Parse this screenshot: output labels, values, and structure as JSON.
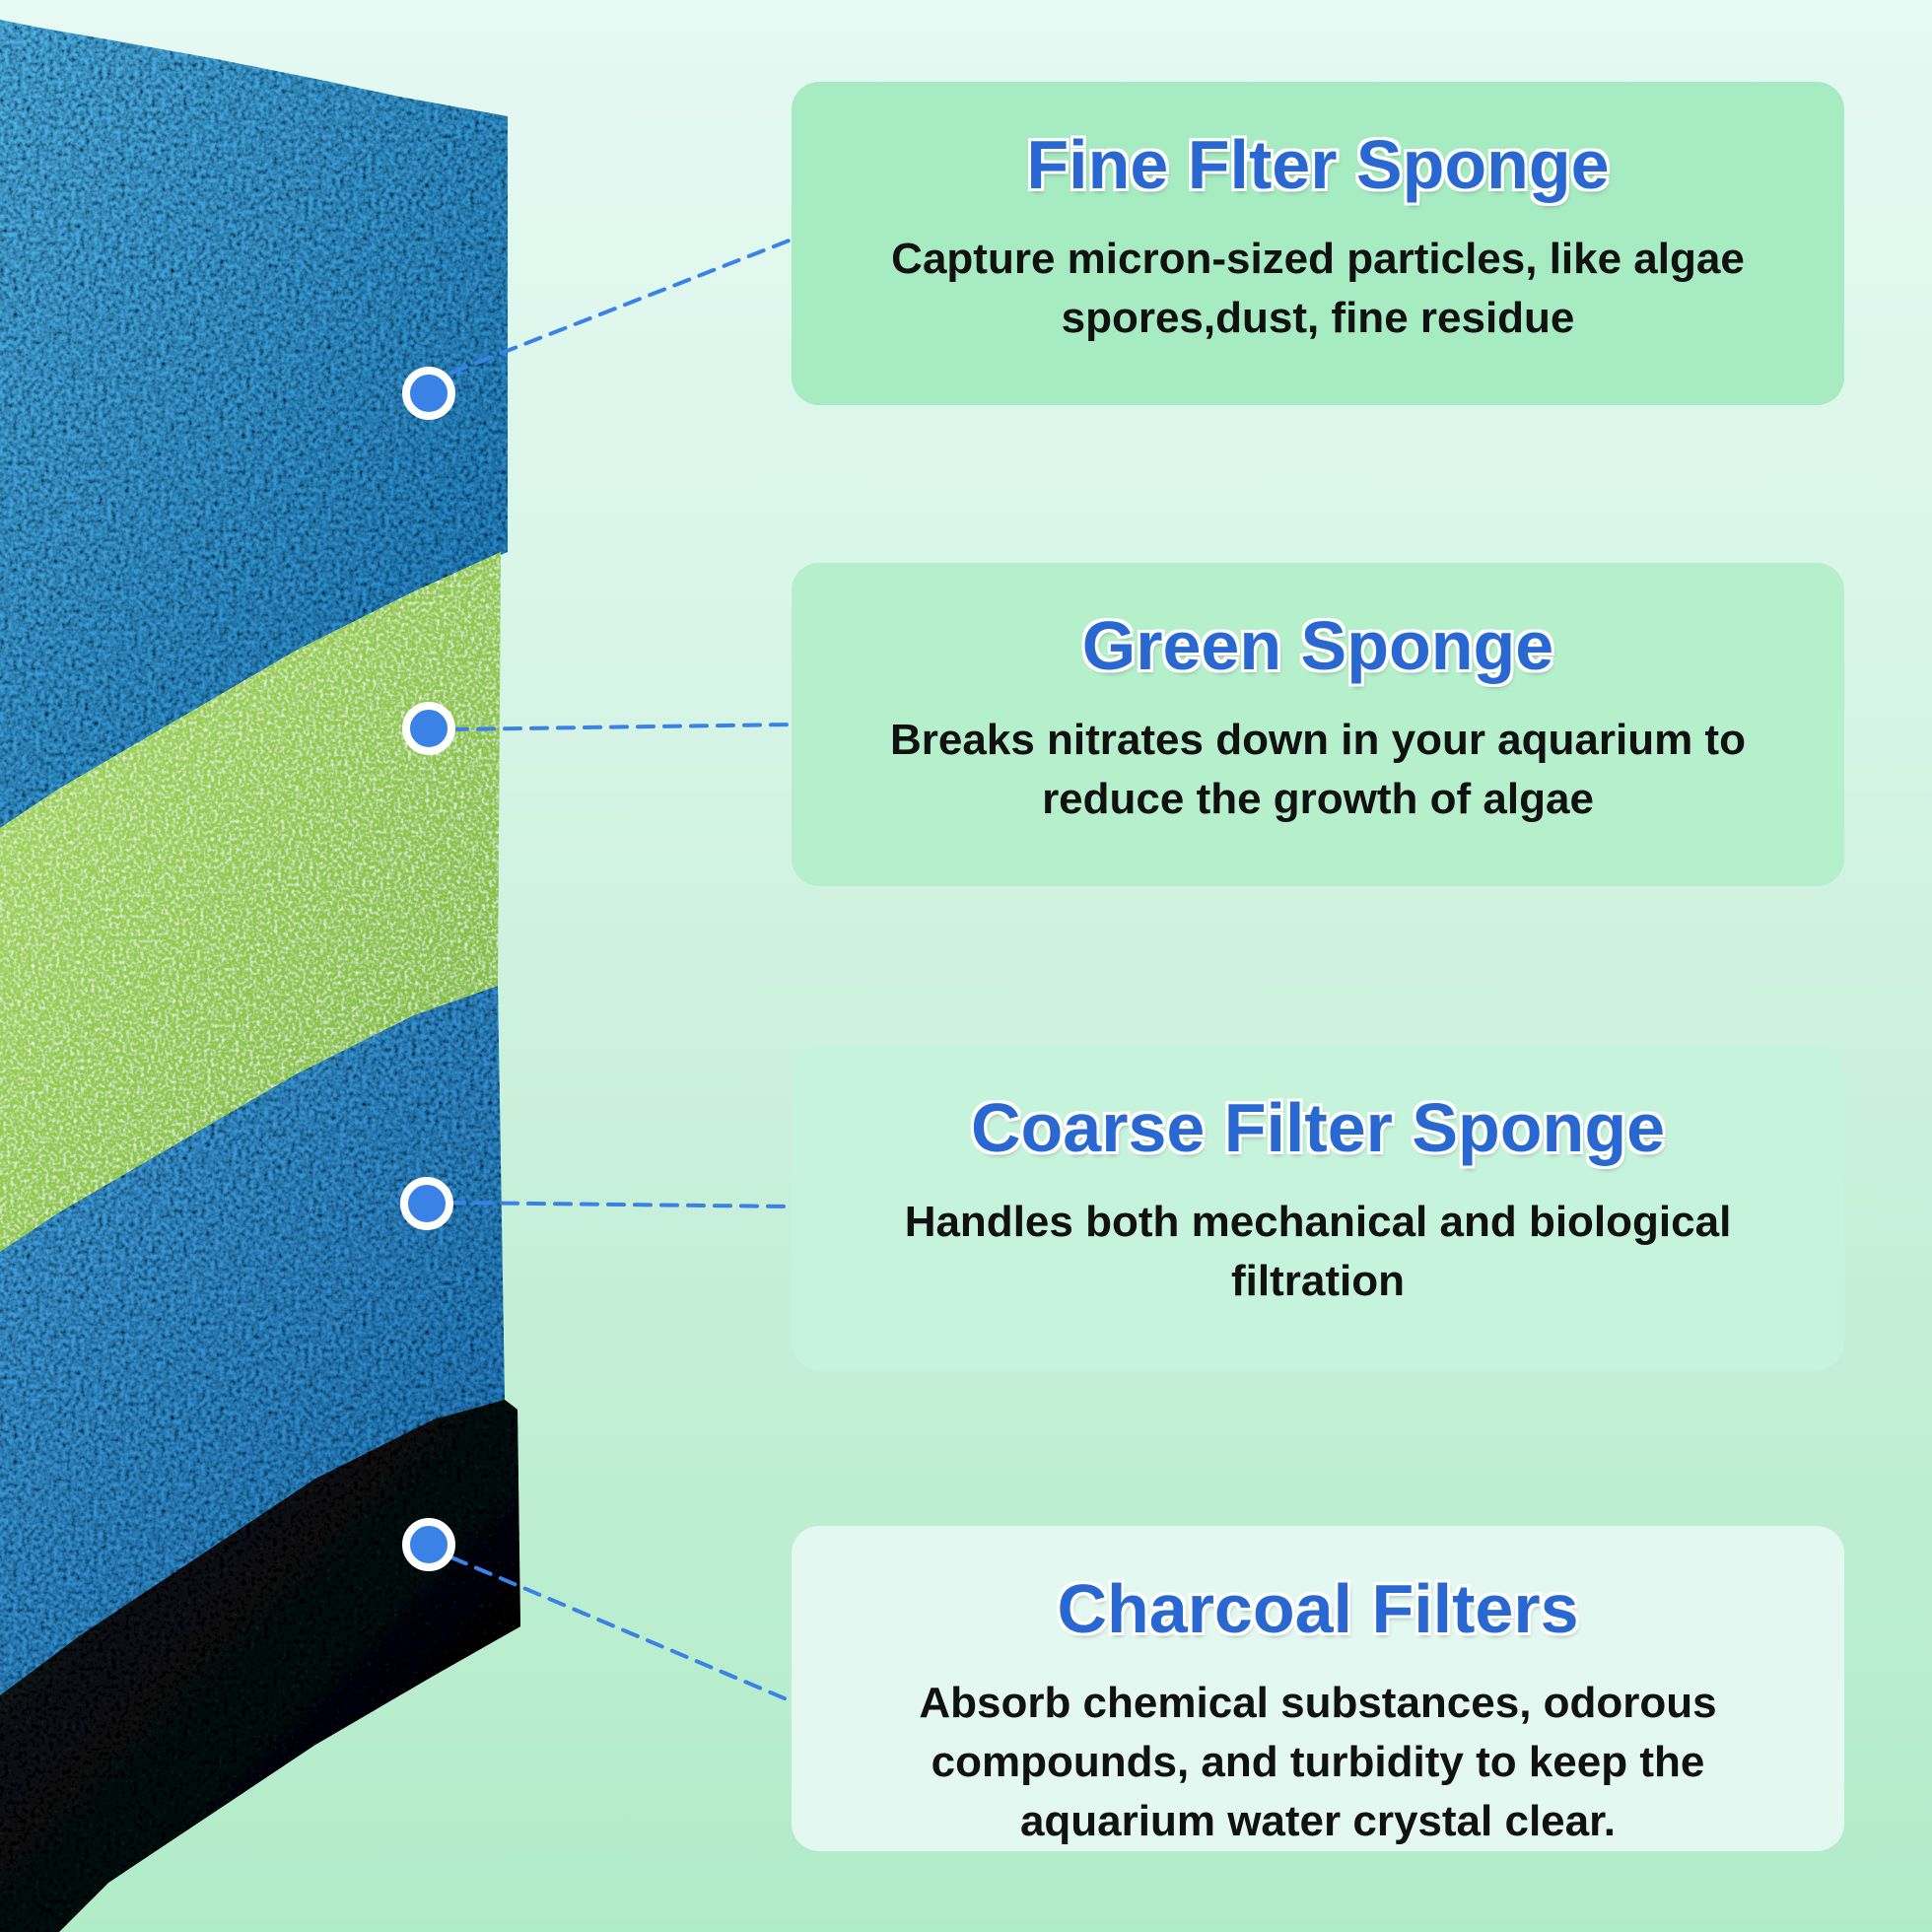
{
  "cards": [
    {
      "title": "Fine Flter Sponge",
      "description": "Capture micron-sized particles, like algae spores,dust, fine residue"
    },
    {
      "title": "Green Sponge",
      "description": "Breaks nitrates down in your aquarium to reduce the growth of algae"
    },
    {
      "title": "Coarse Filter Sponge",
      "description": "Handles both mechanical and biological filtration"
    },
    {
      "title": "Charcoal Filters",
      "description": "Absorb chemical substances, odorous compounds, and turbidity to keep the aquarium water crystal clear."
    }
  ],
  "colors": {
    "title_blue": "#2a68d1",
    "marker_blue": "#3a82e6",
    "sponge_fine_blue": "#2f9ad8",
    "sponge_green": "#8cc94a",
    "sponge_coarse_blue": "#2f8ed6",
    "sponge_charcoal": "#0b0d0f"
  }
}
